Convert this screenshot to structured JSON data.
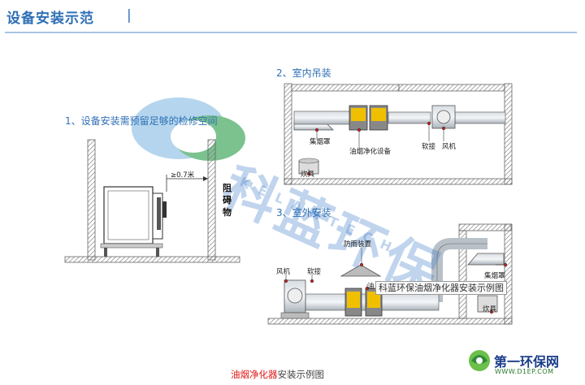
{
  "header": {
    "title": "设备安装示范",
    "separator": "|"
  },
  "sections": {
    "s1": "1、设备安装需预留足够的检修空间",
    "s2": "2、室内吊装",
    "s3": "3、室外安装"
  },
  "labels": {
    "clearance": "≥0.7米",
    "obstacle": "阻碍物",
    "hood": "集烟罩",
    "purifier": "油烟净化设备",
    "flex": "软接",
    "fan": "风机",
    "stove": "炊具",
    "rain_cap": "防雨装置",
    "fan2": "风机",
    "flex2": "软接",
    "hood2": "集烟罩",
    "stove2": "炊具",
    "purifier_short": "油"
  },
  "tooltip": "科蓝环保油烟净化器安装示例图",
  "caption": {
    "highlight": "油烟净化器",
    "rest": "安装示例图"
  },
  "watermark": {
    "text": "科蓝环保",
    "sub": "KELANTECH"
  },
  "logo": {
    "name": "第一环保网",
    "url": "WWW.D1EP.COM"
  },
  "colors": {
    "accent": "#2e6fb5",
    "equipment": "#f0c000",
    "hatch": "#7a7a7a",
    "label_dot": "#d02020",
    "caption_red": "#e01818"
  }
}
